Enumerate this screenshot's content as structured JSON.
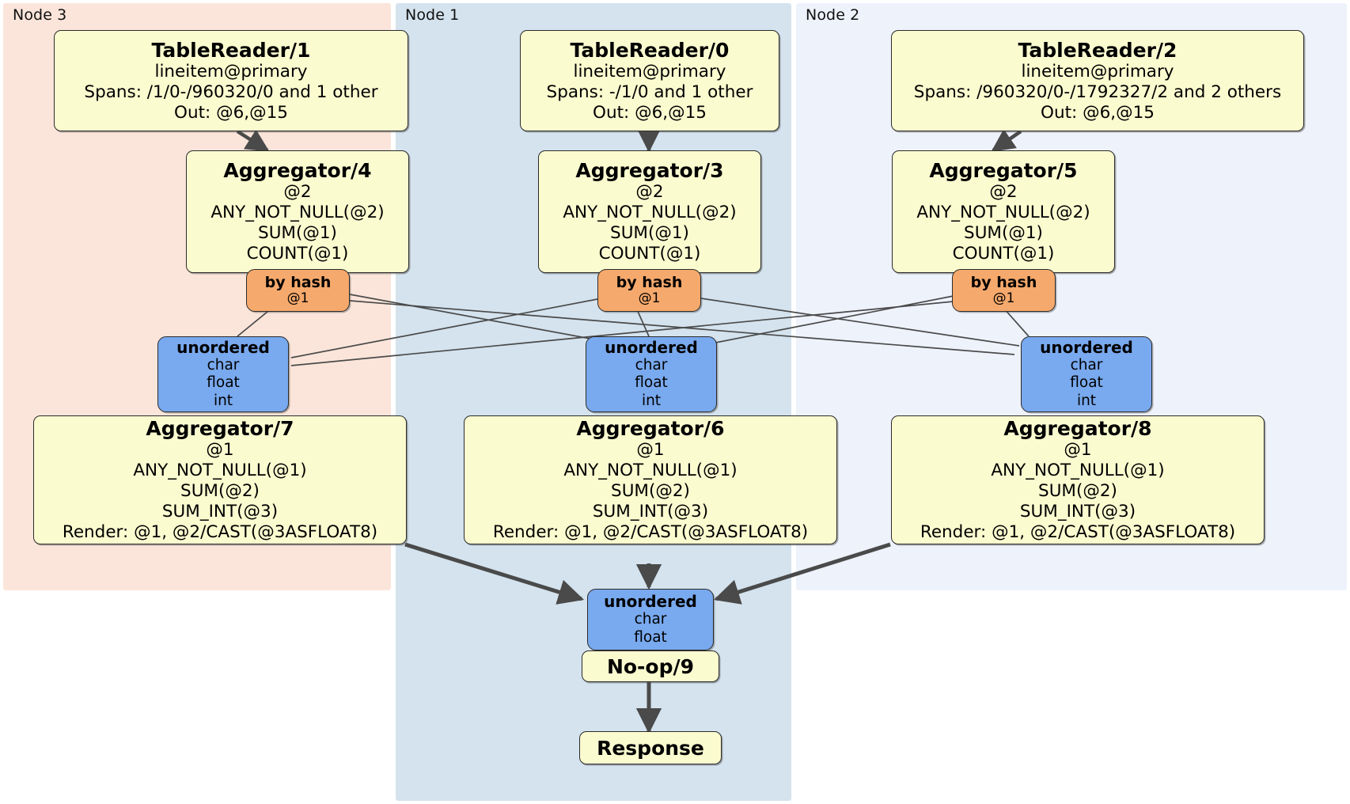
{
  "diagram": {
    "type": "distributed-query-plan",
    "panels": [
      {
        "id": "node3",
        "label": "Node 3",
        "color": "#fbe5da"
      },
      {
        "id": "node1",
        "label": "Node 1",
        "color": "#d4e3ee"
      },
      {
        "id": "node2",
        "label": "Node 2",
        "color": "#eef2fb"
      }
    ],
    "colors": {
      "processor": "#fbfbd0",
      "router": "#f6a96c",
      "receiver": "#79a9ee",
      "stroke": "#2b2b2b",
      "edge": "#4a4a4a"
    },
    "table_readers": [
      {
        "id": "tr1",
        "title": "TableReader/1",
        "table": "lineitem@primary",
        "spans": "Spans: /1/0-/960320/0 and 1 other",
        "out": "Out: @6,@15"
      },
      {
        "id": "tr0",
        "title": "TableReader/0",
        "table": "lineitem@primary",
        "spans": "Spans: -/1/0 and 1 other",
        "out": "Out: @6,@15"
      },
      {
        "id": "tr2",
        "title": "TableReader/2",
        "table": "lineitem@primary",
        "spans": "Spans: /960320/0-/1792327/2 and 2 others",
        "out": "Out: @6,@15"
      }
    ],
    "stage1_aggregators": [
      {
        "id": "agg4",
        "title": "Aggregator/4",
        "group": "@2",
        "funcs": [
          "ANY_NOT_NULL(@2)",
          "SUM(@1)",
          "COUNT(@1)"
        ]
      },
      {
        "id": "agg3",
        "title": "Aggregator/3",
        "group": "@2",
        "funcs": [
          "ANY_NOT_NULL(@2)",
          "SUM(@1)",
          "COUNT(@1)"
        ]
      },
      {
        "id": "agg5",
        "title": "Aggregator/5",
        "group": "@2",
        "funcs": [
          "ANY_NOT_NULL(@2)",
          "SUM(@1)",
          "COUNT(@1)"
        ]
      }
    ],
    "hash_routers": [
      {
        "id": "hash4",
        "title": "by hash",
        "key": "@1"
      },
      {
        "id": "hash3",
        "title": "by hash",
        "key": "@1"
      },
      {
        "id": "hash5",
        "title": "by hash",
        "key": "@1"
      }
    ],
    "receivers": [
      {
        "id": "rx7",
        "title": "unordered",
        "types": [
          "char",
          "float",
          "int"
        ]
      },
      {
        "id": "rx6",
        "title": "unordered",
        "types": [
          "char",
          "float",
          "int"
        ]
      },
      {
        "id": "rx8",
        "title": "unordered",
        "types": [
          "char",
          "float",
          "int"
        ]
      }
    ],
    "stage2_aggregators": [
      {
        "id": "agg7",
        "title": "Aggregator/7",
        "group": "@1",
        "funcs": [
          "ANY_NOT_NULL(@1)",
          "SUM(@2)",
          "SUM_INT(@3)"
        ],
        "render": "Render: @1, @2/CAST(@3ASFLOAT8)"
      },
      {
        "id": "agg6",
        "title": "Aggregator/6",
        "group": "@1",
        "funcs": [
          "ANY_NOT_NULL(@1)",
          "SUM(@2)",
          "SUM_INT(@3)"
        ],
        "render": "Render: @1, @2/CAST(@3ASFLOAT8)"
      },
      {
        "id": "agg8",
        "title": "Aggregator/8",
        "group": "@1",
        "funcs": [
          "ANY_NOT_NULL(@1)",
          "SUM(@2)",
          "SUM_INT(@3)"
        ],
        "render": "Render: @1, @2/CAST(@3ASFLOAT8)"
      }
    ],
    "final_receiver": {
      "id": "rxfinal",
      "title": "unordered",
      "types": [
        "char",
        "float"
      ]
    },
    "noop": {
      "id": "noop9",
      "title": "No-op/9"
    },
    "response": {
      "id": "response",
      "title": "Response"
    }
  }
}
